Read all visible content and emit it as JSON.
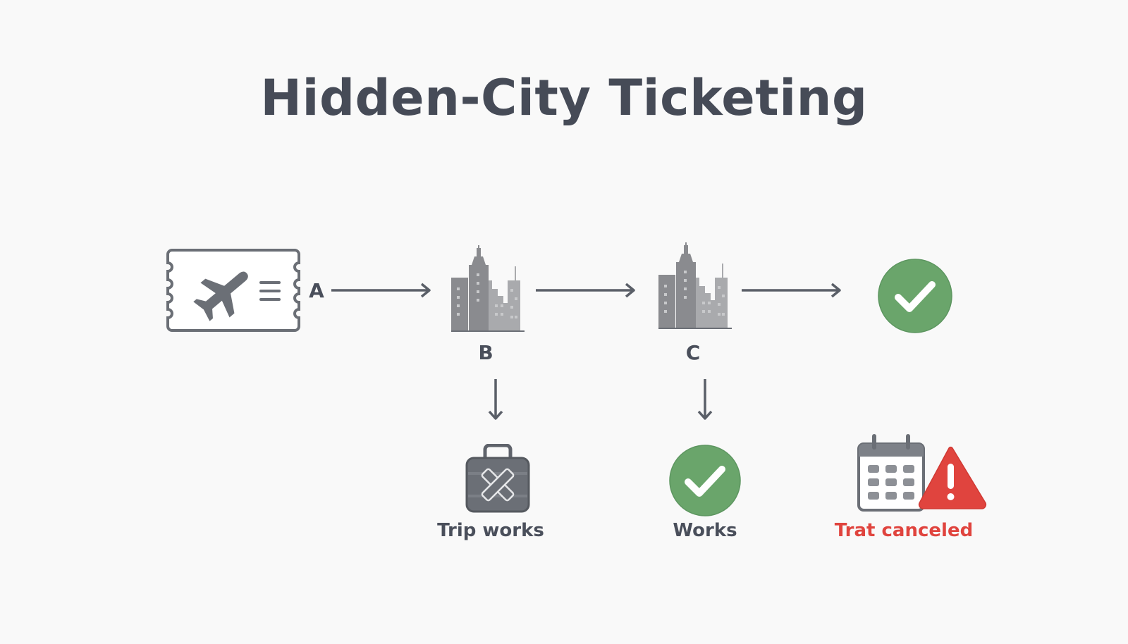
{
  "title": "Hidden-City Ticketing",
  "colors": {
    "text": "#464b57",
    "icon_gray": "#6b6f76",
    "building_dark": "#8a8b8f",
    "building_light": "#a9aaad",
    "success_green": "#6aa56b",
    "danger_red": "#e0443e",
    "arrow": "#5a5f68",
    "background": "#f9f9f9"
  },
  "flow": {
    "origin": {
      "label": "A",
      "icon": "plane-ticket-icon"
    },
    "stops": [
      {
        "label": "B",
        "icon": "city-skyline-icon"
      },
      {
        "label": "C",
        "icon": "city-skyline-icon"
      },
      {
        "label": "",
        "icon": "check-circle-icon"
      }
    ]
  },
  "outcomes": [
    {
      "under": "B",
      "icon": "luggage-x-icon",
      "label": "Trip works",
      "color": "#4a4f5b"
    },
    {
      "under": "C",
      "icon": "check-circle-icon",
      "label": "Works",
      "color": "#4a4f5b"
    },
    {
      "under": "final",
      "icon": "calendar-warning-icon",
      "label": "Trat canceled",
      "color": "#e0443e"
    }
  ]
}
